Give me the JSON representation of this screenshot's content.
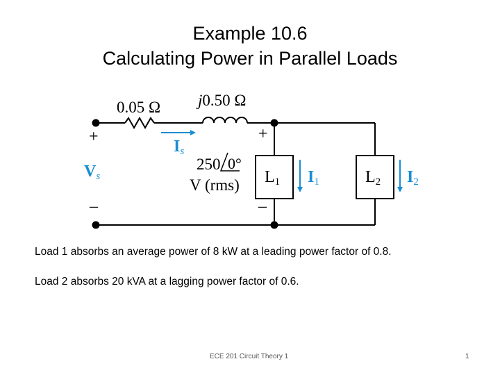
{
  "slide": {
    "title_line1": "Example 10.6",
    "title_line2": "Calculating Power in Parallel Loads",
    "text_load1": "Load 1 absorbs an average power of 8 kW at a leading power factor of 0.8.",
    "text_load2": "Load 2 absorbs 20 kVA at a lagging power factor of 0.6.",
    "footer_course": "ECE 201 Circuit Theory 1",
    "page_number": "1"
  },
  "circuit": {
    "resistor_label": "0.05 Ω",
    "inductor_label_j": "j",
    "inductor_label_val": "0.50 Ω",
    "source_magnitude": "250",
    "source_angle": "0°",
    "source_unit": "V (rms)",
    "current_s_main": "I",
    "current_s_sub": "s",
    "voltage_s_main": "V",
    "voltage_s_sub": "s",
    "plus_left": "+",
    "minus_left": "–",
    "plus_right": "+",
    "minus_right": "–",
    "load1_main": "L",
    "load1_sub": "1",
    "load2_main": "L",
    "load2_sub": "2",
    "current_1_main": "I",
    "current_1_sub": "1",
    "current_2_main": "I",
    "current_2_sub": "2",
    "accent_color": "#1a8ed2",
    "wire_color": "#000000"
  }
}
